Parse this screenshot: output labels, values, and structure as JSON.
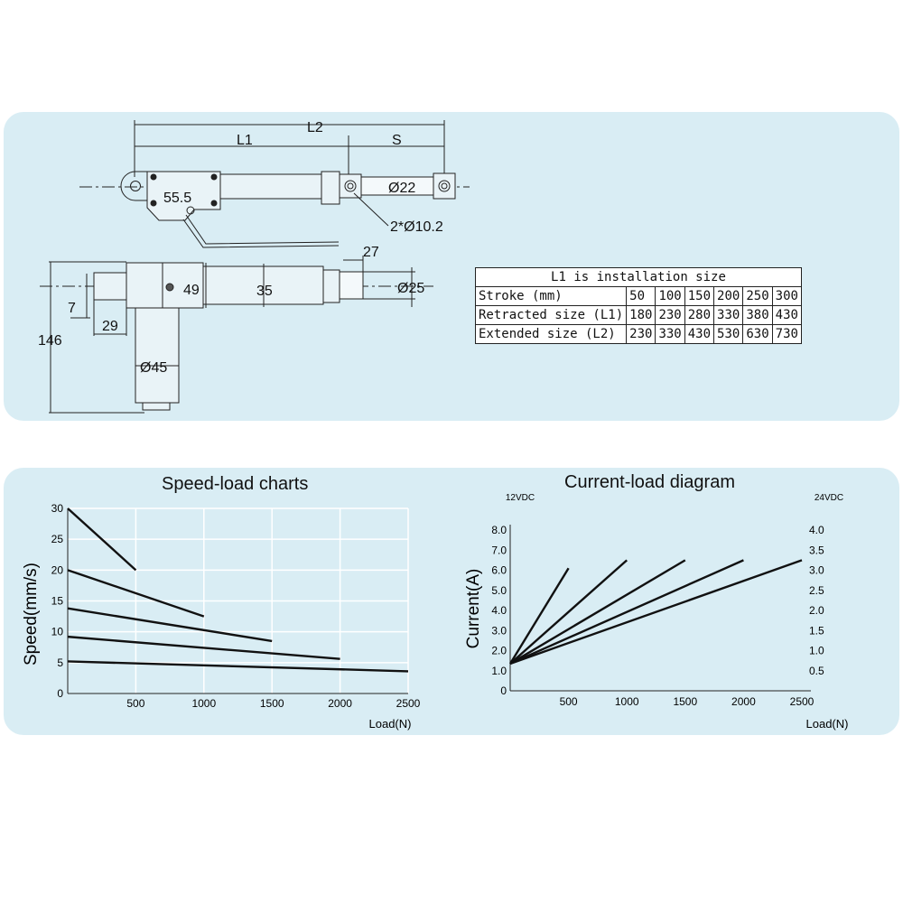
{
  "drawing": {
    "top_view": {
      "dim_L1": "L1",
      "dim_L2": "L2",
      "dim_S": "S",
      "dim_motor": "55.5",
      "dim_rod_end": "Ø22",
      "dim_holes": "2*Ø10.2"
    },
    "side_view": {
      "dim_27": "27",
      "dim_49": "49",
      "dim_35": "35",
      "dim_25": "Ø25",
      "dim_7": "7",
      "dim_29": "29",
      "dim_146": "146",
      "dim_45": "Ø45"
    }
  },
  "install_table": {
    "caption": "L1 is installation size",
    "rows": [
      {
        "label": "Stroke (mm)",
        "values": [
          "50",
          "100",
          "150",
          "200",
          "250",
          "300"
        ]
      },
      {
        "label": "Retracted size (L1)",
        "values": [
          "180",
          "230",
          "280",
          "330",
          "380",
          "430"
        ]
      },
      {
        "label": "Extended size (L2)",
        "values": [
          "230",
          "330",
          "430",
          "530",
          "630",
          "730"
        ]
      }
    ]
  },
  "speed_chart": {
    "title": "Speed-load charts",
    "ylabel": "Speed(mm/s)",
    "xlabel": "Load(N)"
  },
  "current_chart": {
    "title": "Current-load diagram",
    "ylabel": "Current(A)",
    "xlabel": "Load(N)",
    "left_unit": "12VDC",
    "right_unit": "24VDC"
  },
  "chart_data": [
    {
      "type": "line",
      "title": "Speed-load charts",
      "xlabel": "Load(N)",
      "ylabel": "Speed(mm/s)",
      "xlim": [
        0,
        2500
      ],
      "ylim": [
        0,
        30
      ],
      "x_ticks": [
        "500",
        "1000",
        "1500",
        "2000",
        "2500"
      ],
      "y_ticks": [
        "0",
        "5",
        "10",
        "15",
        "20",
        "25",
        "30"
      ],
      "grid": true,
      "series": [
        {
          "points": [
            [
              0,
              30
            ],
            [
              500,
              20
            ]
          ]
        },
        {
          "points": [
            [
              0,
              20
            ],
            [
              1000,
              12.5
            ]
          ]
        },
        {
          "points": [
            [
              0,
              13.8
            ],
            [
              1500,
              8.5
            ]
          ]
        },
        {
          "points": [
            [
              0,
              9.2
            ],
            [
              2000,
              5.6
            ]
          ]
        },
        {
          "points": [
            [
              0,
              5.2
            ],
            [
              2500,
              3.6
            ]
          ]
        }
      ]
    },
    {
      "type": "line",
      "title": "Current-load diagram",
      "xlabel": "Load(N)",
      "ylabel": "Current(A)",
      "xlim": [
        0,
        2500
      ],
      "ylim": [
        0,
        8
      ],
      "x_ticks": [
        "500",
        "1000",
        "1500",
        "2000",
        "2500"
      ],
      "y_ticks_left": [
        "0",
        "1.0",
        "2.0",
        "3.0",
        "4.0",
        "5.0",
        "6.0",
        "7.0",
        "8.0"
      ],
      "y_ticks_right": [
        "0.5",
        "1.0",
        "1.5",
        "2.0",
        "2.5",
        "3.0",
        "3.5",
        "4.0"
      ],
      "grid": false,
      "series": [
        {
          "points": [
            [
              0,
              1.35
            ],
            [
              500,
              6.1
            ]
          ]
        },
        {
          "points": [
            [
              0,
              1.35
            ],
            [
              1000,
              6.5
            ]
          ]
        },
        {
          "points": [
            [
              0,
              1.35
            ],
            [
              1500,
              6.5
            ]
          ]
        },
        {
          "points": [
            [
              0,
              1.35
            ],
            [
              2000,
              6.5
            ]
          ]
        },
        {
          "points": [
            [
              0,
              1.35
            ],
            [
              2500,
              6.5
            ]
          ]
        }
      ]
    }
  ]
}
